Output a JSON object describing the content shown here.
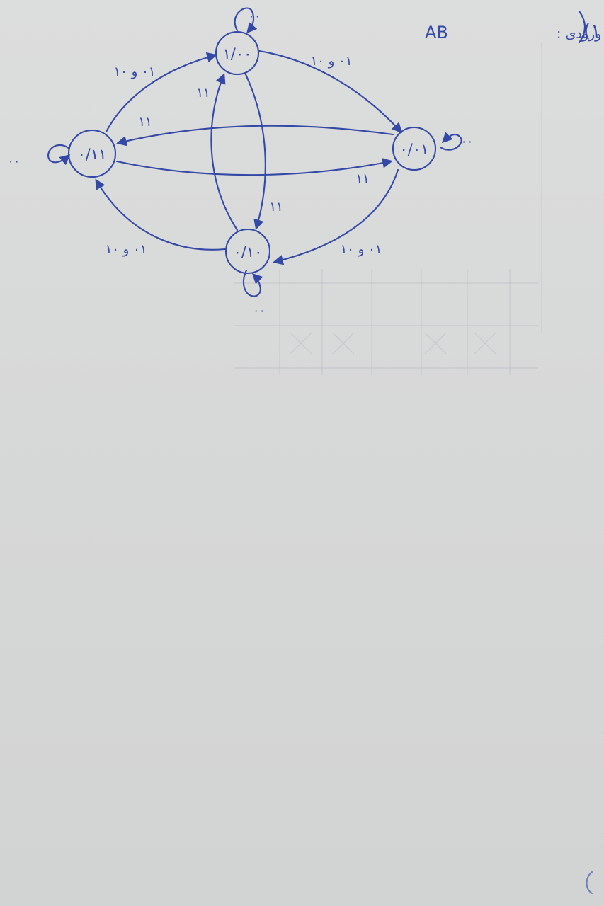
{
  "header": {
    "problem_number": "١)",
    "format_label": "فرمت ورودی :",
    "format_value": "AB"
  },
  "states": [
    {
      "id": "s00",
      "label": "١/٠٠"
    },
    {
      "id": "s01",
      "label": "٠/٠١"
    },
    {
      "id": "s11",
      "label": "٠/١١"
    },
    {
      "id": "s10",
      "label": "٠/١٠"
    }
  ],
  "transitions": [
    {
      "from": "s00",
      "to": "s00",
      "label": "٠٠"
    },
    {
      "from": "s00",
      "to": "s01",
      "label": "٠١ و ١٠"
    },
    {
      "from": "s00",
      "to": "s10",
      "label": "١١"
    },
    {
      "from": "s01",
      "to": "s01",
      "label": "٠٠"
    },
    {
      "from": "s01",
      "to": "s11",
      "label": "١١"
    },
    {
      "from": "s01",
      "to": "s10",
      "label": "٠١ و ١٠"
    },
    {
      "from": "s11",
      "to": "s11",
      "label": "٠٠"
    },
    {
      "from": "s11",
      "to": "s00",
      "label": "٠١ و ١٠"
    },
    {
      "from": "s11",
      "to": "s01",
      "label": "١١"
    },
    {
      "from": "s10",
      "to": "s10",
      "label": "٠٠"
    },
    {
      "from": "s10",
      "to": "s00",
      "label": "١١"
    },
    {
      "from": "s10",
      "to": "s11",
      "label": "٠١ و ١٠"
    }
  ],
  "colors": {
    "ink": "#3448a8",
    "paper": "#d9dada"
  }
}
